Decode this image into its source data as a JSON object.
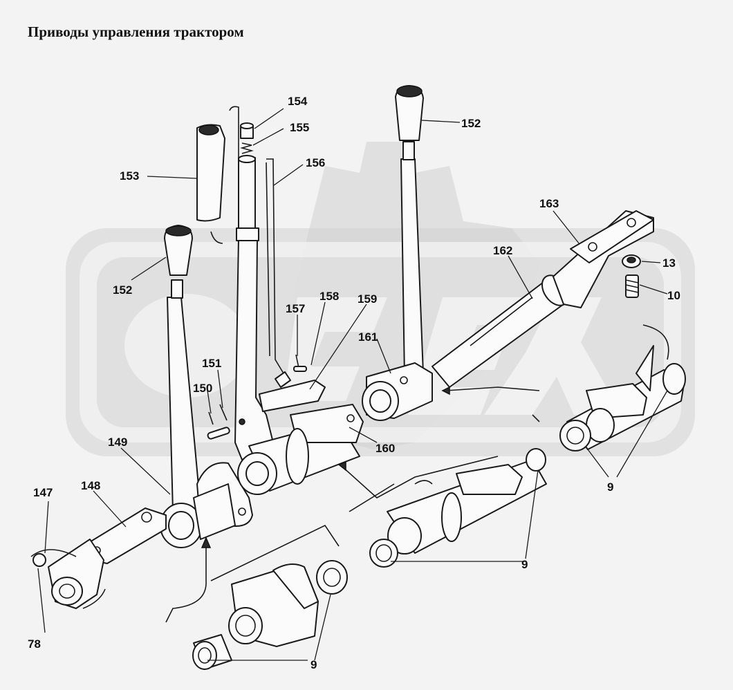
{
  "title": "Приводы управления трактором",
  "callouts": {
    "c154": "154",
    "c155": "155",
    "c156": "156",
    "c153": "153",
    "c152a": "152",
    "c152b": "152",
    "c163": "163",
    "c162": "162",
    "c13": "13",
    "c10": "10",
    "c158": "158",
    "c159": "159",
    "c157": "157",
    "c161": "161",
    "c151": "151",
    "c150": "150",
    "c160": "160",
    "c149": "149",
    "c148": "148",
    "c147": "147",
    "c78": "78",
    "c9a": "9",
    "c9b": "9",
    "c9c": "9"
  },
  "colors": {
    "line": "#1a1a1a",
    "watermark": "#cfcfcf",
    "background": "#f3f3f3"
  }
}
